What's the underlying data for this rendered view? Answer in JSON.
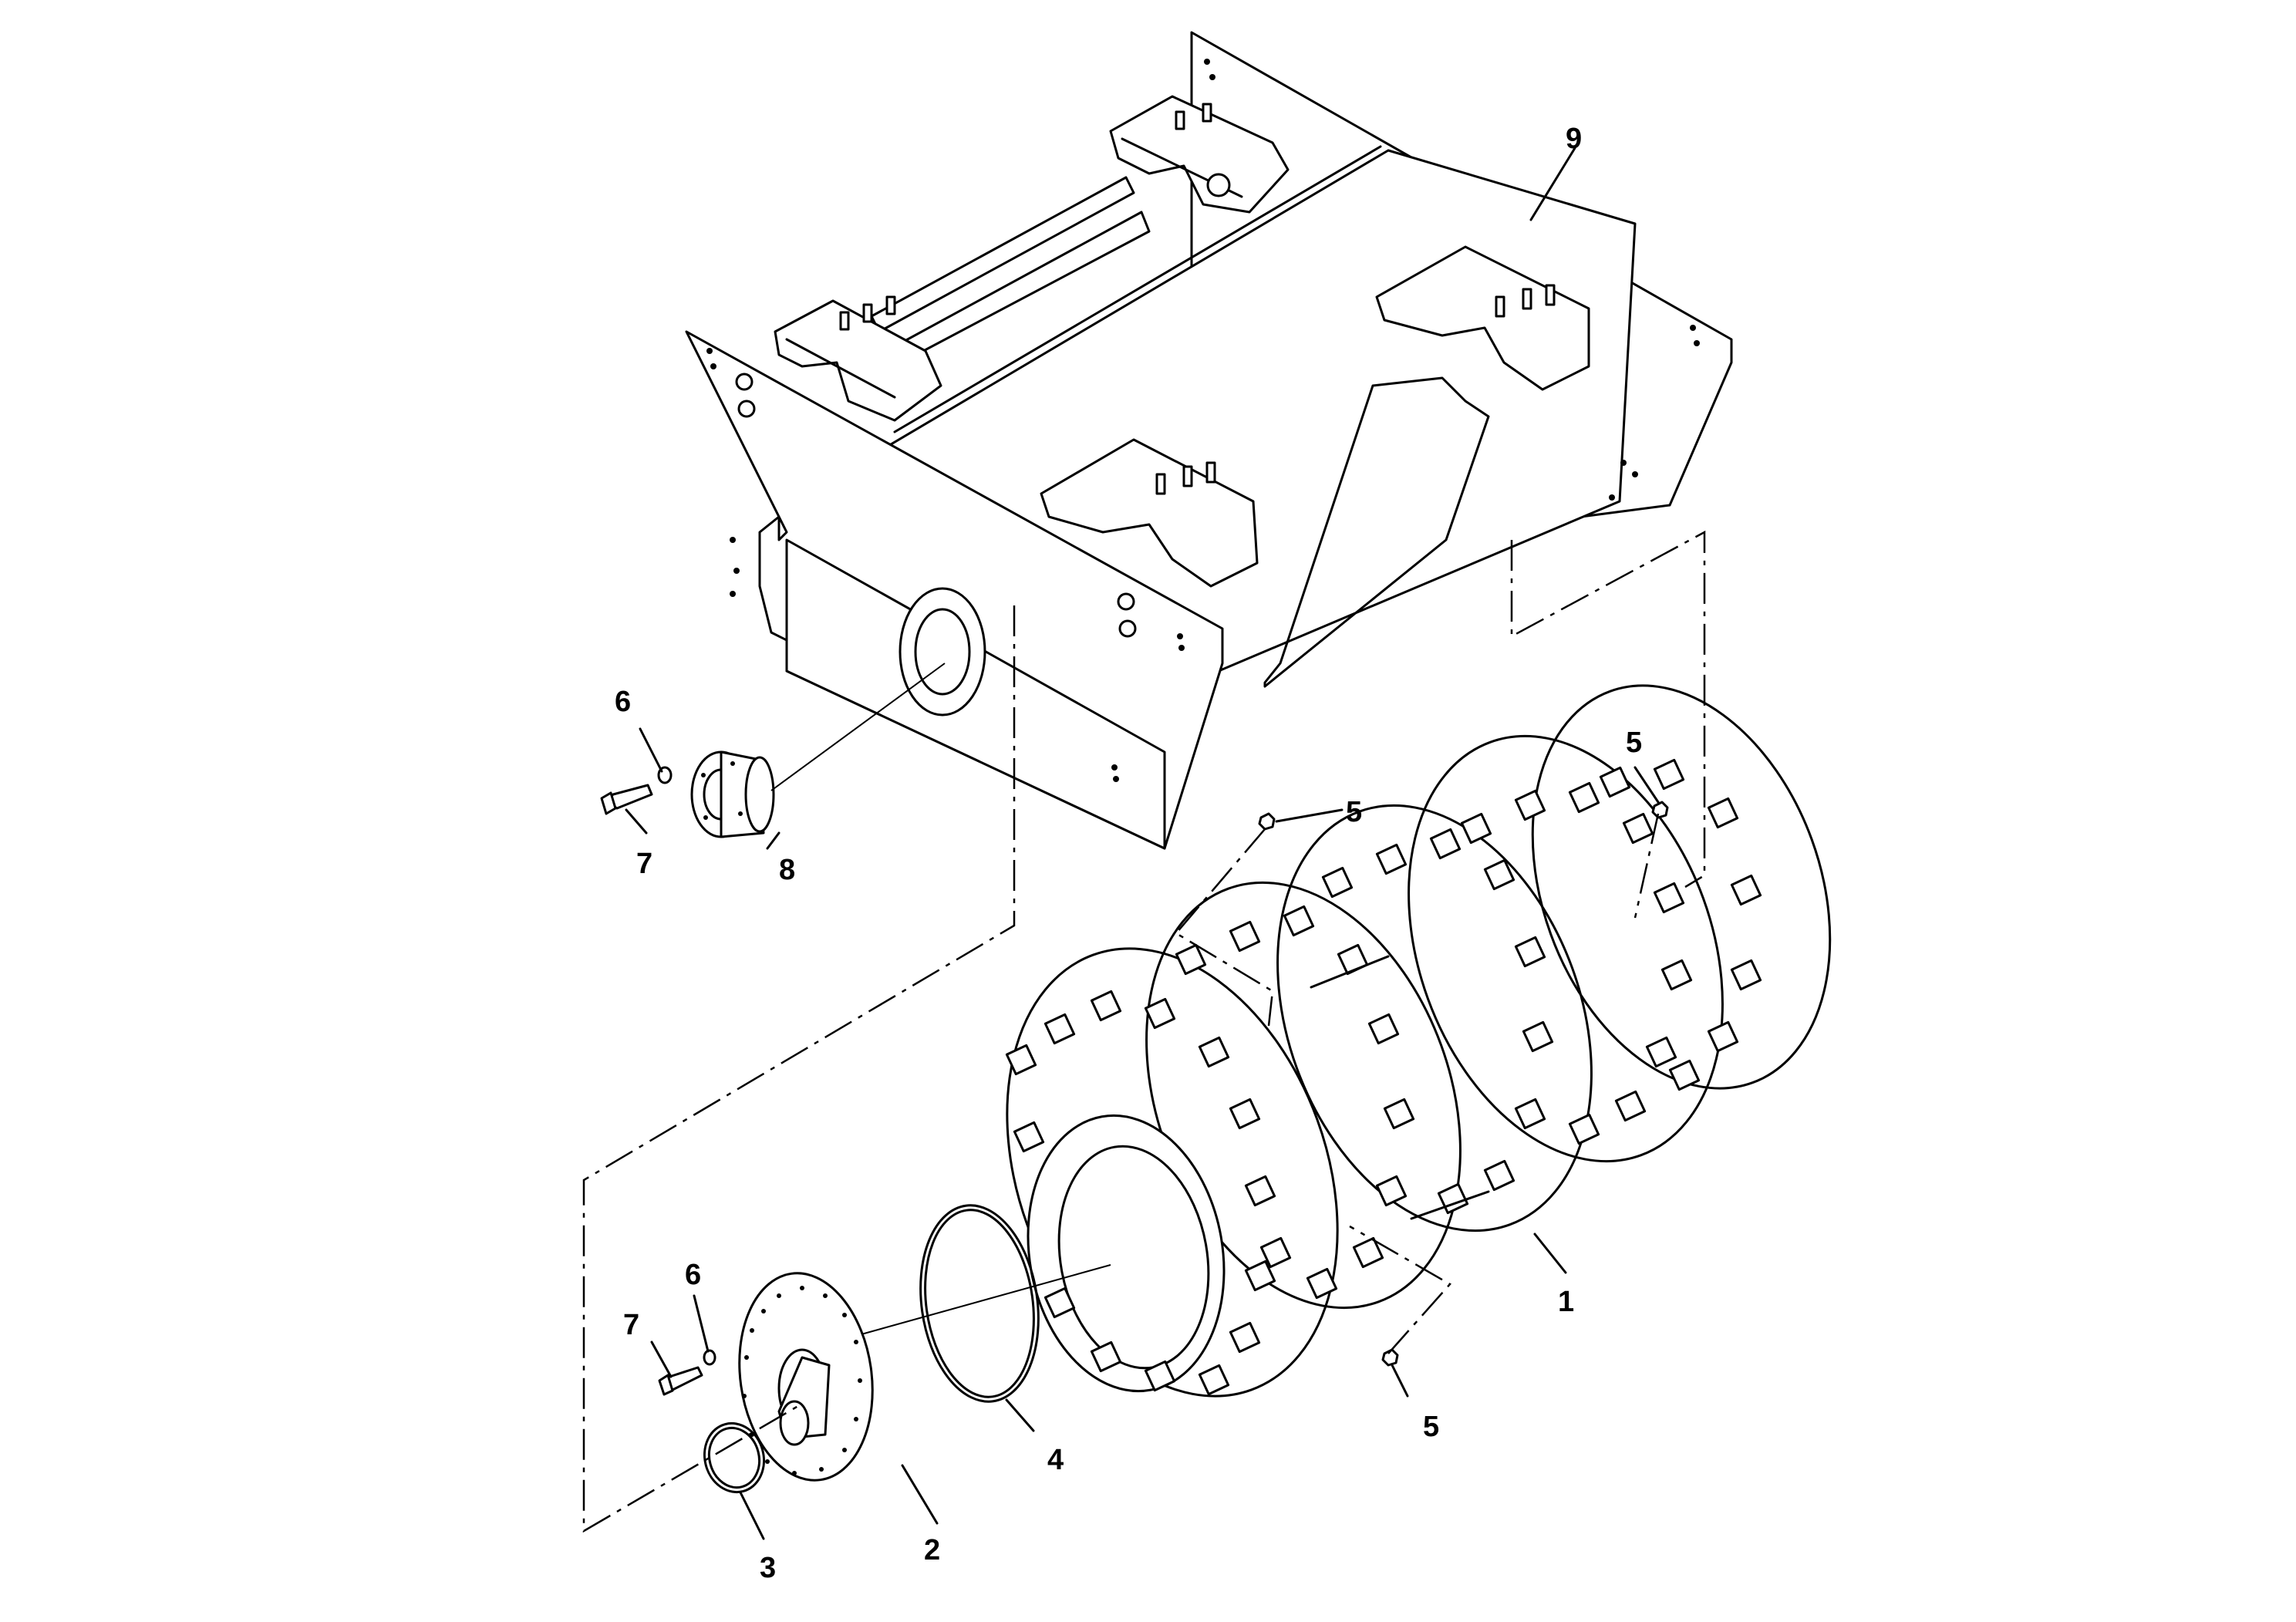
{
  "callouts": {
    "c1": "1",
    "c2": "2",
    "c3": "3",
    "c4": "4",
    "c5a": "5",
    "c5b": "5",
    "c5c": "5",
    "c6a": "6",
    "c6b": "6",
    "c7a": "7",
    "c7b": "7",
    "c8": "8",
    "c9": "9"
  }
}
